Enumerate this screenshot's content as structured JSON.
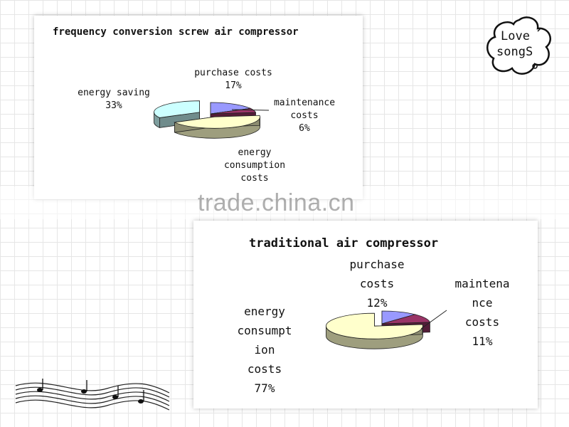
{
  "watermark": "trade.china.cn",
  "badge": {
    "line1": "Love",
    "line2": "songS"
  },
  "chart_data": [
    {
      "type": "pie",
      "title": "frequency conversion screw air compressor",
      "slices": [
        {
          "label": [
            "purchase costs",
            "17%"
          ],
          "value": 17,
          "color": "#9999ff",
          "exploded": false
        },
        {
          "label": [
            "maintenance",
            "costs",
            "6%"
          ],
          "value": 6,
          "color": "#993366",
          "exploded": false
        },
        {
          "label": [
            "energy",
            "consumption",
            "costs"
          ],
          "value": 44,
          "color": "#ffffcc",
          "exploded": true
        },
        {
          "label": [
            "energy saving",
            "33%"
          ],
          "value": 33,
          "color": "#ccffff",
          "exploded": true
        }
      ]
    },
    {
      "type": "pie",
      "title": "traditional air compressor",
      "slices": [
        {
          "label": [
            "purchase",
            "costs",
            "12%"
          ],
          "value": 12,
          "color": "#9999ff",
          "exploded": false
        },
        {
          "label": [
            "maintena",
            "nce",
            "costs",
            "11%"
          ],
          "value": 11,
          "color": "#993366",
          "exploded": false
        },
        {
          "label": [
            "energy",
            "consumpt",
            "ion",
            "costs",
            "77%"
          ],
          "value": 77,
          "color": "#ffffcc",
          "exploded": true
        }
      ]
    }
  ]
}
